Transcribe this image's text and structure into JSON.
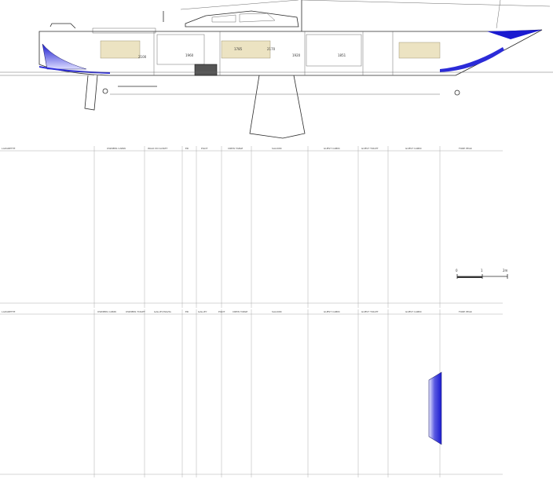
{
  "profile": {
    "dimensions": [
      "2100",
      "1960",
      "1785",
      "2170",
      "1920",
      "1851"
    ]
  },
  "scale_bar": {
    "ticks": [
      "0",
      "1",
      "2m"
    ]
  },
  "plans": [
    {
      "id": "layout-a",
      "zone_labels": [
        "LAZARETTE",
        "OWNERS CABIN",
        "WALK IN CLOSET",
        "ER",
        "PILOT",
        "CREW TABLE",
        "SALOON",
        "GUEST CABIN",
        "GUEST TOILET",
        "GUEST CABIN",
        "FORE PEAK"
      ]
    },
    {
      "id": "layout-b",
      "zone_labels": [
        "LAZARETTE",
        "OWNERS CABIN",
        "OWNERS TOILET",
        "GALLEY/NAVIG",
        "ER",
        "GALLEY",
        "PILOT",
        "CREW TABLE",
        "SALOON",
        "GUEST CABIN",
        "GUEST TOILET",
        "GUEST CABIN",
        "FORE PEAK"
      ]
    }
  ],
  "colors": {
    "cabin_blue": "#1a1ad0",
    "deck_teak": "#ece3c2",
    "line": "#2a2a2a"
  }
}
